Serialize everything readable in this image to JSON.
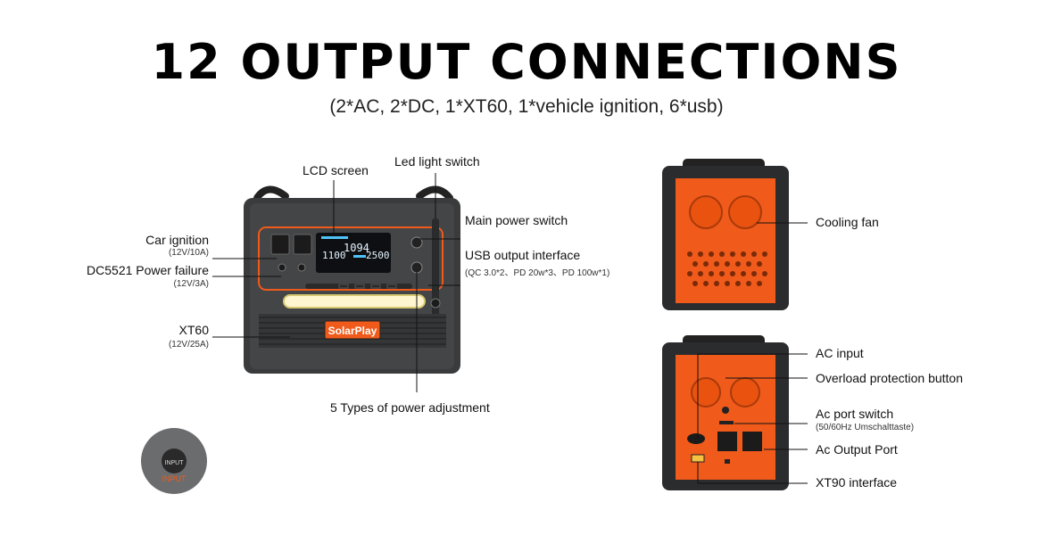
{
  "header": {
    "title": "12 OUTPUT CONNECTIONS",
    "subtitle": "(2*AC, 2*DC, 1*XT60, 1*vehicle ignition, 6*usb)"
  },
  "front_labels": {
    "lcd_screen": "LCD screen",
    "led_light_switch": "Led light switch",
    "main_power_switch": "Main power switch",
    "usb_output": "USB output interface",
    "usb_output_sub": "(QC 3.0*2、PD 20w*3、PD 100w*1)",
    "car_ignition": "Car ignition",
    "car_ignition_sub": "(12V/10A)",
    "dc5521": "DC5521 Power failure",
    "dc5521_sub": "(12V/3A)",
    "xt60": "XT60",
    "xt60_sub": "(12V/25A)",
    "power_adjust": "5 Types of power adjustment"
  },
  "device": {
    "brand": "SolarPlay",
    "lcd_left": "1100",
    "lcd_mid": "1094",
    "lcd_right": "2500"
  },
  "side_labels": {
    "cooling_fan": "Cooling fan",
    "ac_input": "AC input",
    "overload": "Overload protection button",
    "ac_port_switch": "Ac port switch",
    "ac_port_switch_sub": "(50/60Hz Umschalttaste)",
    "ac_output": "Ac Output Port",
    "xt90": "XT90 interface"
  },
  "input_badge": {
    "label": "INPUT"
  },
  "colors": {
    "orange": "#f05a1a",
    "body": "#3a3b3d",
    "dark": "#222324"
  }
}
